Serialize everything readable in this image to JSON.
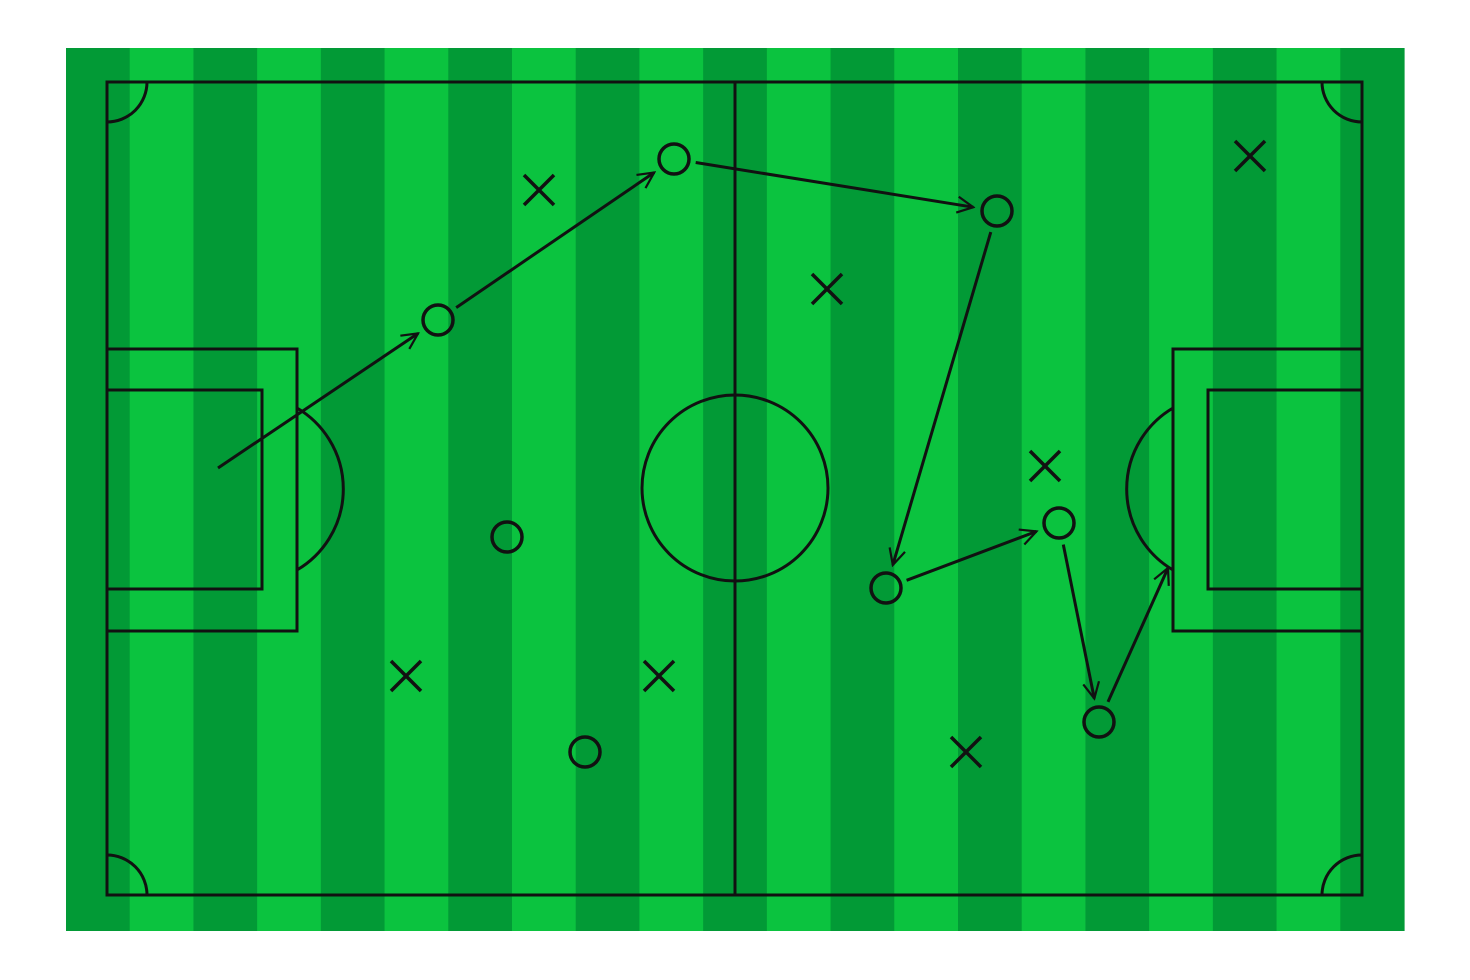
{
  "pitch": {
    "colors": {
      "stripe_dark": "#029a36",
      "stripe_light": "#0bc33f",
      "line": "#111111",
      "background": "#ffffff"
    },
    "stripe_count": 21
  },
  "players": {
    "team_circle": [
      {
        "id": "c1",
        "label": "o"
      },
      {
        "id": "c2",
        "label": "o"
      },
      {
        "id": "c3",
        "label": "o"
      },
      {
        "id": "c4",
        "label": "o"
      },
      {
        "id": "c5",
        "label": "o"
      },
      {
        "id": "c6",
        "label": "o"
      },
      {
        "id": "c7",
        "label": "o"
      },
      {
        "id": "c8",
        "label": "o"
      }
    ],
    "team_cross": [
      {
        "id": "x1",
        "label": "x"
      },
      {
        "id": "x2",
        "label": "x"
      },
      {
        "id": "x3",
        "label": "x"
      },
      {
        "id": "x4",
        "label": "x"
      },
      {
        "id": "x5",
        "label": "x"
      },
      {
        "id": "x6",
        "label": "x"
      },
      {
        "id": "x7",
        "label": "x"
      }
    ]
  },
  "moves": [
    {
      "from": "start",
      "to": "c1"
    },
    {
      "from": "c1",
      "to": "c2"
    },
    {
      "from": "c2",
      "to": "c3"
    },
    {
      "from": "c3",
      "to": "c4"
    },
    {
      "from": "c4",
      "to": "c5"
    },
    {
      "from": "c5",
      "to": "c6"
    },
    {
      "from": "c6",
      "to": "goal"
    }
  ]
}
